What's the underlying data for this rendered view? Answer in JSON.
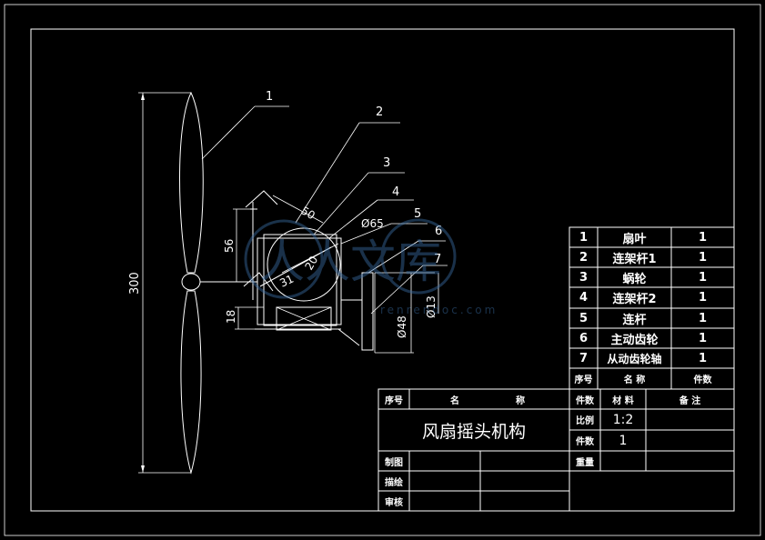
{
  "title": "风扇摇头机构",
  "parts": [
    {
      "no": "1",
      "name": "扇叶",
      "qty": "1"
    },
    {
      "no": "2",
      "name": "连架杆1",
      "qty": "1"
    },
    {
      "no": "3",
      "name": "蜗轮",
      "qty": "1"
    },
    {
      "no": "4",
      "name": "连架杆2",
      "qty": "1"
    },
    {
      "no": "5",
      "name": "连杆",
      "qty": "1"
    },
    {
      "no": "6",
      "name": "主动齿轮",
      "qty": "1"
    },
    {
      "no": "7",
      "name": "从动齿轮轴",
      "qty": "1"
    }
  ],
  "parts_header": {
    "no": "序号",
    "name": "名 称",
    "qty": "件数"
  },
  "title_block": {
    "header_no": "序号",
    "header_name_a": "名",
    "header_name_b": "称",
    "header_qty": "件数",
    "header_material": "材 料",
    "header_remark": "备 注",
    "scale_label": "比例",
    "scale_value": "1:2",
    "count_label": "件数",
    "count_value": "1",
    "weight_label": "重量",
    "drawn_label": "制图",
    "drafted_label": "描绘",
    "checked_label": "审核"
  },
  "dimensions": {
    "height_300": "300",
    "d56": "56",
    "d18": "18",
    "d50": "50",
    "d31": "31",
    "d20": "20",
    "phi65": "Ø65",
    "phi48": "Ø48",
    "phi13": "Ø13"
  },
  "callouts": [
    "1",
    "2",
    "3",
    "4",
    "5",
    "6",
    "7"
  ],
  "watermark": {
    "text": "人人文库",
    "url": "renrendoc.com"
  }
}
